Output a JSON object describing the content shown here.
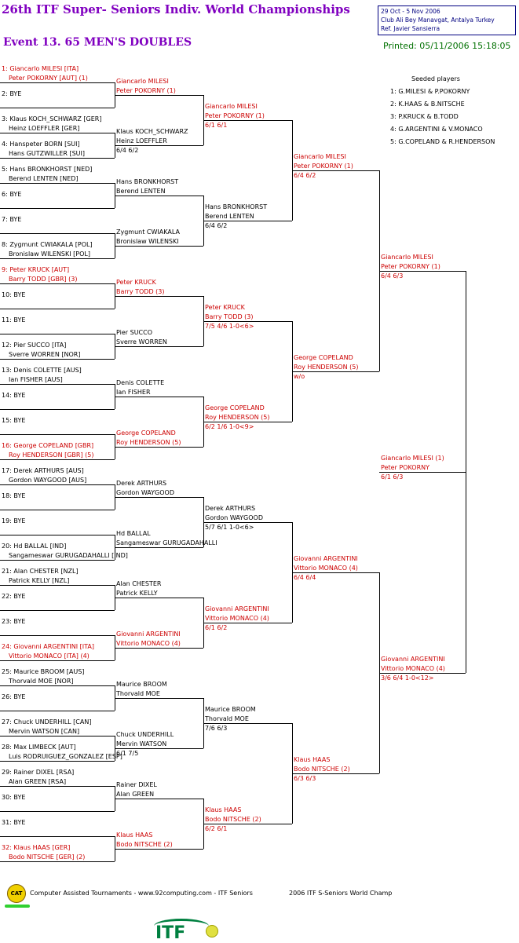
{
  "header": {
    "title": "26th ITF Super- Seniors Indiv. World Championships",
    "event": "Event 13. 65 MEN'S DOUBLES",
    "info": [
      "29 Oct - 5 Nov 2006",
      "Club Ali Bey Manavgat, Antalya   Turkey",
      "Ref. Javier Sansierra"
    ],
    "printed": "Printed: 05/11/2006 15:18:05"
  },
  "seeded": {
    "title": "Seeded players",
    "players": [
      "1: G.MILESI & P.POKORNY",
      "2: K.HAAS & B.NITSCHE",
      "3: P.KRUCK & B.TODD",
      "4: G.ARGENTINI & V.MONACO",
      "5: G.COPELAND & R.HENDERSON"
    ]
  },
  "draw": {
    "r1": [
      {
        "l1": "1: Giancarlo MILESI [ITA]",
        "l2": "Peter POKORNY [AUT] (1)",
        "red": true
      },
      {
        "l1": "2: BYE",
        "l2": ""
      },
      {
        "l1": "3: Klaus KOCH_SCHWARZ [GER]",
        "l2": "Heinz LOEFFLER [GER]"
      },
      {
        "l1": "4: Hanspeter BORN [SUI]",
        "l2": "Hans GUTZWILLER [SUI]"
      },
      {
        "l1": "5: Hans BRONKHORST [NED]",
        "l2": "Berend LENTEN [NED]"
      },
      {
        "l1": "6: BYE",
        "l2": ""
      },
      {
        "l1": "7: BYE",
        "l2": ""
      },
      {
        "l1": "8: Zygmunt CWIAKALA [POL]",
        "l2": "Bronislaw WILENSKI [POL]"
      },
      {
        "l1": "9: Peter KRUCK [AUT]",
        "l2": "Barry TODD [GBR] (3)",
        "red": true
      },
      {
        "l1": "10: BYE",
        "l2": ""
      },
      {
        "l1": "11: BYE",
        "l2": ""
      },
      {
        "l1": "12: Pier SUCCO [ITA]",
        "l2": "Sverre WORREN [NOR]"
      },
      {
        "l1": "13: Denis COLETTE [AUS]",
        "l2": "Ian FISHER [AUS]"
      },
      {
        "l1": "14: BYE",
        "l2": ""
      },
      {
        "l1": "15: BYE",
        "l2": ""
      },
      {
        "l1": "16: George COPELAND [GBR]",
        "l2": "Roy HENDERSON [GBR] (5)",
        "red": true
      },
      {
        "l1": "17: Derek ARTHURS [AUS]",
        "l2": "Gordon WAYGOOD [AUS]"
      },
      {
        "l1": "18: BYE",
        "l2": ""
      },
      {
        "l1": "19: BYE",
        "l2": ""
      },
      {
        "l1": "20: Hd BALLAL [IND]",
        "l2": "Sangameswar GURUGADAHALLI [IND]"
      },
      {
        "l1": "21: Alan CHESTER [NZL]",
        "l2": "Patrick KELLY [NZL]"
      },
      {
        "l1": "22: BYE",
        "l2": ""
      },
      {
        "l1": "23: BYE",
        "l2": ""
      },
      {
        "l1": "24: Giovanni ARGENTINI [ITA]",
        "l2": "Vittorio MONACO [ITA] (4)",
        "red": true
      },
      {
        "l1": "25: Maurice BROOM [AUS]",
        "l2": "Thorvald MOE [NOR]"
      },
      {
        "l1": "26: BYE",
        "l2": ""
      },
      {
        "l1": "27: Chuck UNDERHILL [CAN]",
        "l2": "Mervin WATSON [CAN]"
      },
      {
        "l1": "28: Max LIMBECK [AUT]",
        "l2": "Luis RODRUIGUEZ_GONZALEZ [ESP]"
      },
      {
        "l1": "29: Rainer DIXEL [RSA]",
        "l2": "Alan GREEN [RSA]"
      },
      {
        "l1": "30: BYE",
        "l2": ""
      },
      {
        "l1": "31: BYE",
        "l2": ""
      },
      {
        "l1": "32: Klaus HAAS [GER]",
        "l2": "Bodo NITSCHE [GER] (2)",
        "red": true
      }
    ],
    "r2": [
      {
        "l1": "Giancarlo MILESI",
        "l2": "Peter POKORNY (1)",
        "score": "",
        "red": true
      },
      {
        "l1": "Klaus KOCH_SCHWARZ",
        "l2": "Heinz LOEFFLER",
        "score": "6/4 6/2"
      },
      {
        "l1": "Hans BRONKHORST",
        "l2": "Berend LENTEN",
        "score": ""
      },
      {
        "l1": "Zygmunt CWIAKALA",
        "l2": "Bronislaw WILENSKI",
        "score": ""
      },
      {
        "l1": "Peter KRUCK",
        "l2": "Barry TODD (3)",
        "score": "",
        "red": true
      },
      {
        "l1": "Pier SUCCO",
        "l2": "Sverre WORREN",
        "score": ""
      },
      {
        "l1": "Denis COLETTE",
        "l2": "Ian FISHER",
        "score": ""
      },
      {
        "l1": "George COPELAND",
        "l2": "Roy HENDERSON (5)",
        "score": "",
        "red": true
      },
      {
        "l1": "Derek ARTHURS",
        "l2": "Gordon WAYGOOD",
        "score": ""
      },
      {
        "l1": "Hd BALLAL",
        "l2": "Sangameswar GURUGADAHALLI",
        "score": ""
      },
      {
        "l1": "Alan CHESTER",
        "l2": "Patrick KELLY",
        "score": ""
      },
      {
        "l1": "Giovanni ARGENTINI",
        "l2": "Vittorio MONACO (4)",
        "score": "",
        "red": true
      },
      {
        "l1": "Maurice BROOM",
        "l2": "Thorvald MOE",
        "score": ""
      },
      {
        "l1": "Chuck UNDERHILL",
        "l2": "Mervin WATSON",
        "score": "6/1 7/5"
      },
      {
        "l1": "Rainer DIXEL",
        "l2": "Alan GREEN",
        "score": ""
      },
      {
        "l1": "Klaus HAAS",
        "l2": "Bodo NITSCHE (2)",
        "score": "",
        "red": true
      }
    ],
    "r3": [
      {
        "l1": "Giancarlo MILESI",
        "l2": "Peter POKORNY (1)",
        "score": "6/1 6/1",
        "red": true
      },
      {
        "l1": "Hans BRONKHORST",
        "l2": "Berend LENTEN",
        "score": "6/4 6/2"
      },
      {
        "l1": "Peter KRUCK",
        "l2": "Barry TODD (3)",
        "score": "7/5 4/6 1-0<6>",
        "red": true
      },
      {
        "l1": "George COPELAND",
        "l2": "Roy HENDERSON (5)",
        "score": "6/2 1/6 1-0<9>",
        "red": true
      },
      {
        "l1": "Derek ARTHURS",
        "l2": "Gordon WAYGOOD",
        "score": "5/7 6/1 1-0<6>"
      },
      {
        "l1": "Giovanni ARGENTINI",
        "l2": "Vittorio MONACO (4)",
        "score": "6/1 6/2",
        "red": true
      },
      {
        "l1": "Maurice BROOM",
        "l2": "Thorvald MOE",
        "score": "7/6 6/3"
      },
      {
        "l1": "Klaus HAAS",
        "l2": "Bodo NITSCHE (2)",
        "score": "6/2 6/1",
        "red": true
      }
    ],
    "r4": [
      {
        "l1": "Giancarlo MILESI",
        "l2": "Peter POKORNY (1)",
        "score": "6/4 6/2",
        "red": true
      },
      {
        "l1": "George COPELAND",
        "l2": "Roy HENDERSON (5)",
        "score": "w/o",
        "red": true
      },
      {
        "l1": "Giovanni ARGENTINI",
        "l2": "Vittorio MONACO (4)",
        "score": "6/4 6/4",
        "red": true
      },
      {
        "l1": "Klaus HAAS",
        "l2": "Bodo NITSCHE (2)",
        "score": "6/3 6/3",
        "red": true
      }
    ],
    "r5": [
      {
        "l1": "Giancarlo MILESI",
        "l2": "Peter POKORNY (1)",
        "score": "6/4 6/3",
        "red": true
      },
      {
        "l1": "Giovanni ARGENTINI",
        "l2": "Vittorio MONACO (4)",
        "score": "3/6 6/4 1-0<12>",
        "red": true
      }
    ],
    "final": {
      "l1": "Giancarlo MILESI (1)",
      "l2": "Peter POKORNY",
      "score": "6/1 6/3",
      "red": true
    }
  },
  "footer": {
    "cat": "CAT",
    "text": "Computer Assisted Tournaments - www.92computing.com  -  ITF Seniors",
    "right": "2006 ITF S-Seniors World Champ",
    "itf": "ITF"
  }
}
